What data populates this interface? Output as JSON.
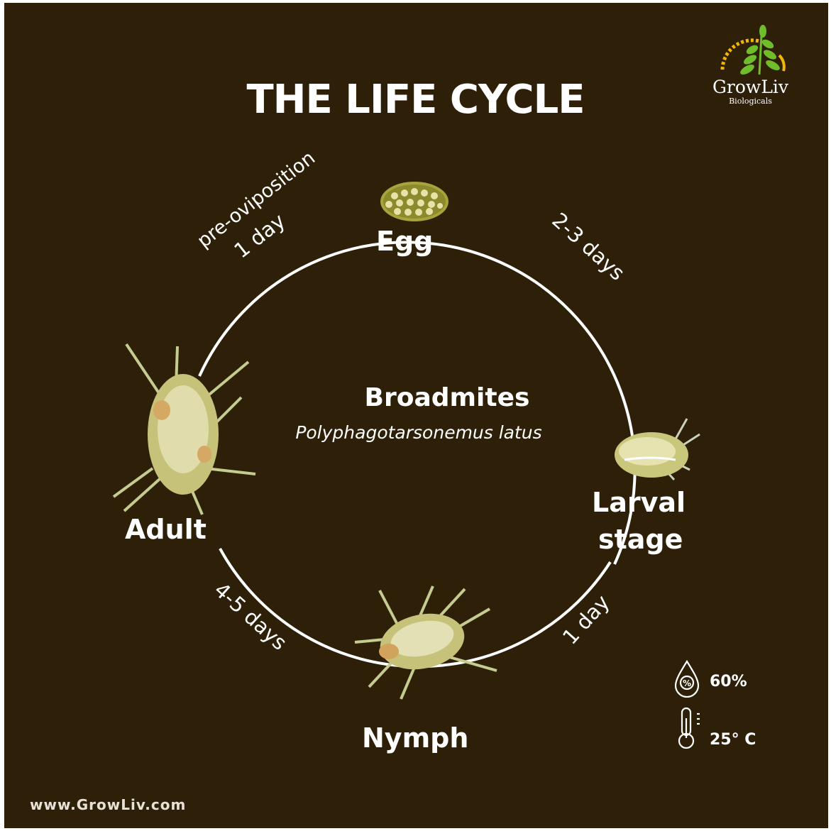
{
  "title": "THE LIFE CYCLE",
  "logo": {
    "name": "GrowLiv",
    "tagline": "Biologicals"
  },
  "species": {
    "common_name": "Broadmites",
    "scientific_name": "Polyphagotarsonemus latus"
  },
  "stages": {
    "egg": "Egg",
    "larval_line1": "Larval",
    "larval_line2": "stage",
    "nymph": "Nymph",
    "adult": "Adult"
  },
  "durations": {
    "preoviposition": "pre-oviposition",
    "adult_to_egg": "1 day",
    "egg_to_larva": "2-3 days",
    "larva_to_nymph": "1 day",
    "nymph_to_adult": "4-5 days"
  },
  "conditions": {
    "humidity": "60%",
    "temperature": "25° C"
  },
  "footer": {
    "website": "www.GrowLiv.com"
  },
  "colors": {
    "background": "#2e2008",
    "text": "#ffffff",
    "logo_green": "#6fbd2a",
    "logo_yellow": "#f2b705"
  }
}
